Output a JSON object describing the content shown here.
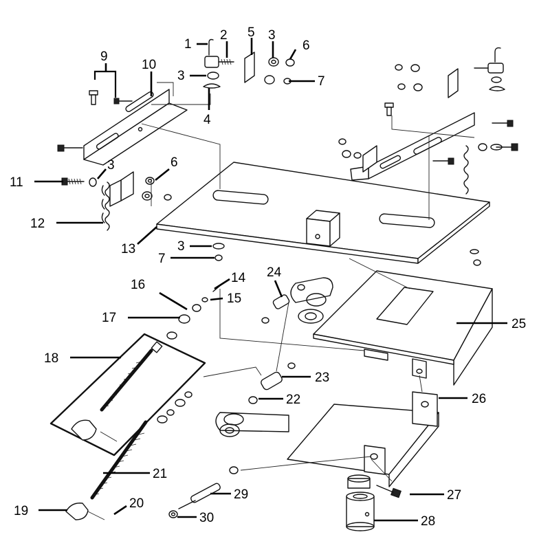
{
  "callouts": {
    "c1": "1",
    "c2": "2",
    "c3a": "3",
    "c3b": "3",
    "c3c": "3",
    "c3d": "3",
    "c4": "4",
    "c5": "5",
    "c6a": "6",
    "c6b": "6",
    "c7a": "7",
    "c7b": "7",
    "c9": "9",
    "c10": "10",
    "c11": "11",
    "c12": "12",
    "c13": "13",
    "c14": "14",
    "c15": "15",
    "c16": "16",
    "c17": "17",
    "c18": "18",
    "c19": "19",
    "c20": "20",
    "c21": "21",
    "c22": "22",
    "c23": "23",
    "c24": "24",
    "c25": "25",
    "c26": "26",
    "c27": "27",
    "c28": "28",
    "c29": "29",
    "c30": "30"
  }
}
